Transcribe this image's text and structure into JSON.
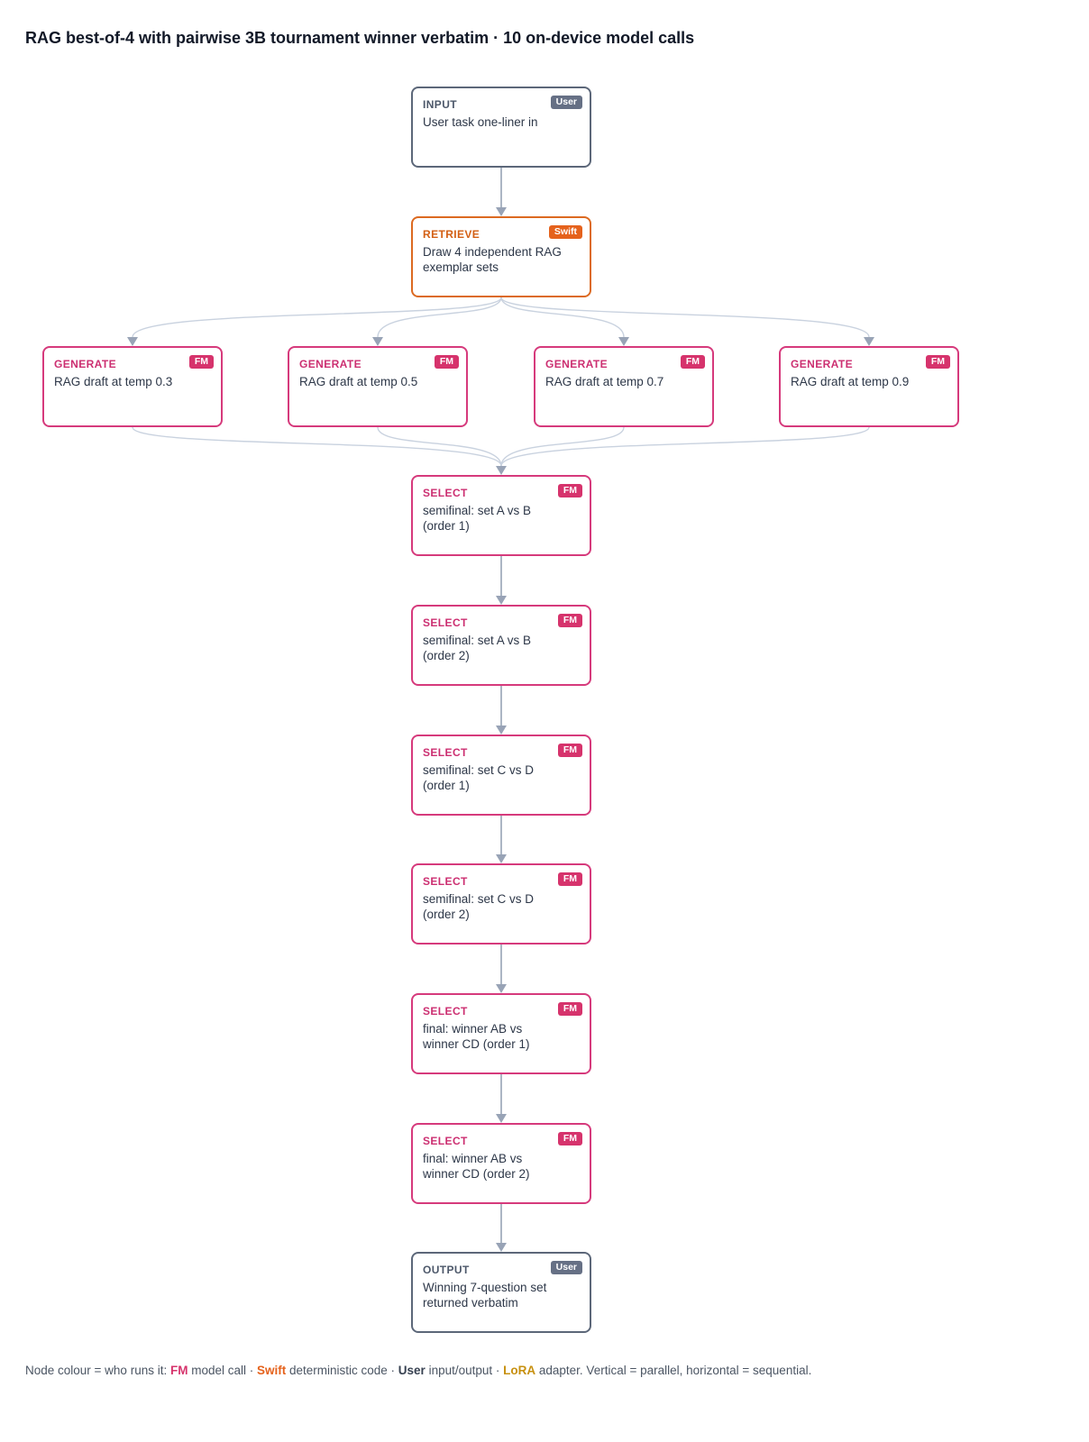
{
  "title": "RAG best-of-4 with pairwise 3B tournament winner verbatim · 10 on-device model calls",
  "colors": {
    "fm": "#d6336c",
    "swift": "#e5621c",
    "user": "#667085",
    "lora": "#c7900f",
    "edge": "#c9d2df",
    "arrow": "#98a3b6"
  },
  "nodes": [
    {
      "id": "input",
      "kind": "INPUT",
      "badge": "User",
      "text": "User task one-liner in"
    },
    {
      "id": "retrieve",
      "kind": "RETRIEVE",
      "badge": "Swift",
      "text": "Draw 4 independent RAG\nexemplar sets"
    },
    {
      "id": "gen1",
      "kind": "GENERATE",
      "badge": "FM",
      "text": "RAG draft at temp 0.3"
    },
    {
      "id": "gen2",
      "kind": "GENERATE",
      "badge": "FM",
      "text": "RAG draft at temp 0.5"
    },
    {
      "id": "gen3",
      "kind": "GENERATE",
      "badge": "FM",
      "text": "RAG draft at temp 0.7"
    },
    {
      "id": "gen4",
      "kind": "GENERATE",
      "badge": "FM",
      "text": "RAG draft at temp 0.9"
    },
    {
      "id": "sel1",
      "kind": "SELECT",
      "badge": "FM",
      "text": "semifinal: set A vs B\n(order 1)"
    },
    {
      "id": "sel2",
      "kind": "SELECT",
      "badge": "FM",
      "text": "semifinal: set A vs B\n(order 2)"
    },
    {
      "id": "sel3",
      "kind": "SELECT",
      "badge": "FM",
      "text": "semifinal: set C vs D\n(order 1)"
    },
    {
      "id": "sel4",
      "kind": "SELECT",
      "badge": "FM",
      "text": "semifinal: set C vs D\n(order 2)"
    },
    {
      "id": "sel5",
      "kind": "SELECT",
      "badge": "FM",
      "text": "final: winner AB vs\nwinner CD (order 1)"
    },
    {
      "id": "sel6",
      "kind": "SELECT",
      "badge": "FM",
      "text": "final: winner AB vs\nwinner CD (order 2)"
    },
    {
      "id": "output",
      "kind": "OUTPUT",
      "badge": "User",
      "text": "Winning 7-question set\nreturned verbatim"
    }
  ],
  "edges": [
    [
      "input",
      "retrieve"
    ],
    [
      "retrieve",
      "gen1"
    ],
    [
      "retrieve",
      "gen2"
    ],
    [
      "retrieve",
      "gen3"
    ],
    [
      "retrieve",
      "gen4"
    ],
    [
      "gen1",
      "sel1"
    ],
    [
      "gen2",
      "sel1"
    ],
    [
      "gen3",
      "sel1"
    ],
    [
      "gen4",
      "sel1"
    ],
    [
      "sel1",
      "sel2"
    ],
    [
      "sel2",
      "sel3"
    ],
    [
      "sel3",
      "sel4"
    ],
    [
      "sel4",
      "sel5"
    ],
    [
      "sel5",
      "sel6"
    ],
    [
      "sel6",
      "output"
    ]
  ],
  "legend": {
    "prefix": "Node colour = who runs it: ",
    "fm_key": "FM",
    "fm_text": " model call · ",
    "swift_key": "Swift",
    "swift_text": " deterministic code · ",
    "user_key": "User",
    "user_text": " input/output · ",
    "lora_key": "LoRA",
    "lora_text": " adapter. Vertical = parallel, horizontal = sequential."
  }
}
